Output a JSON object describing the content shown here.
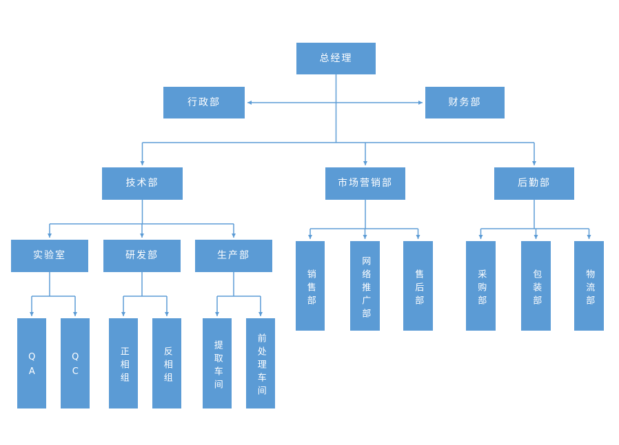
{
  "diagram": {
    "type": "org-chart",
    "accent_color": "#5B9BD5",
    "line_color": "#5B9BD5",
    "text_color": "#FFFFFF",
    "nodes": {
      "gm": {
        "label": "总经理",
        "parent": ""
      },
      "admin": {
        "label": "行政部",
        "parent": "总经理"
      },
      "finance": {
        "label": "财务部",
        "parent": "总经理"
      },
      "tech": {
        "label": "技术部",
        "parent": "总经理"
      },
      "marketing": {
        "label": "市场营销部",
        "parent": "总经理"
      },
      "support": {
        "label": "后勤部",
        "parent": "总经理"
      },
      "lab": {
        "label": "实验室",
        "parent": "技术部"
      },
      "rnd": {
        "label": "研发部",
        "parent": "技术部"
      },
      "production": {
        "label": "生产部",
        "parent": "技术部"
      },
      "sales": {
        "label": "销售部",
        "parent": "市场营销部"
      },
      "online_promotion": {
        "label": "网络推广部",
        "parent": "市场营销部"
      },
      "after_sales": {
        "label": "售后部",
        "parent": "市场营销部"
      },
      "purchasing": {
        "label": "采购部",
        "parent": "后勤部"
      },
      "packaging": {
        "label": "包装部",
        "parent": "后勤部"
      },
      "logistics": {
        "label": "物流部",
        "parent": "后勤部"
      },
      "qa": {
        "label": "QA",
        "parent": "实验室"
      },
      "qc": {
        "label": "QC",
        "parent": "实验室"
      },
      "normal_phase": {
        "label": "正相组",
        "parent": "研发部"
      },
      "reverse_phase": {
        "label": "反相组",
        "parent": "研发部"
      },
      "extraction": {
        "label": "提取车间",
        "parent": "生产部"
      },
      "pretreatment": {
        "label": "前处理车间",
        "parent": "生产部"
      }
    }
  }
}
